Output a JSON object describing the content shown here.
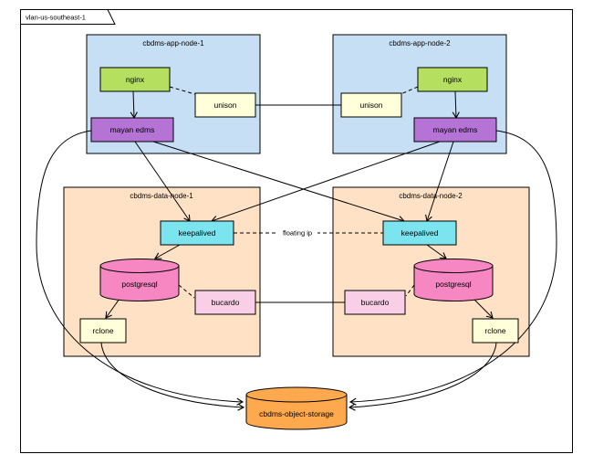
{
  "diagram": {
    "vlan_label": "vlan-us-southeast-1",
    "app_nodes": [
      {
        "title": "cbdms-app-node-1",
        "nginx": "nginx",
        "unison": "unison",
        "mayan": "mayan edms"
      },
      {
        "title": "cbdms-app-node-2",
        "nginx": "nginx",
        "unison": "unison",
        "mayan": "mayan edms"
      }
    ],
    "data_nodes": [
      {
        "title": "cbdms-data-node-1",
        "keepalived": "keepalived",
        "postgresql": "postgresql",
        "bucardo": "bucardo",
        "rclone": "rclone"
      },
      {
        "title": "cbdms-data-node-2",
        "keepalived": "keepalived",
        "postgresql": "postgresql",
        "bucardo": "bucardo",
        "rclone": "rclone"
      }
    ],
    "storage": {
      "label": "cbdms-object-storage"
    },
    "labels": {
      "floating_ip": "floating ip"
    },
    "colors": {
      "app_node_fill": "#c7dff5",
      "data_node_fill": "#ffe2c5",
      "nginx_fill": "#b5e05f",
      "unison_fill": "#ffffd9",
      "mayan_fill": "#b573d6",
      "keepalived_fill": "#7be4ee",
      "postgresql_fill": "#f787c3",
      "bucardo_fill": "#f9cee7",
      "rclone_fill": "#ffffd9",
      "storage_fill": "#ffa94f",
      "edge": "#000000",
      "background": "#ffffff"
    }
  }
}
